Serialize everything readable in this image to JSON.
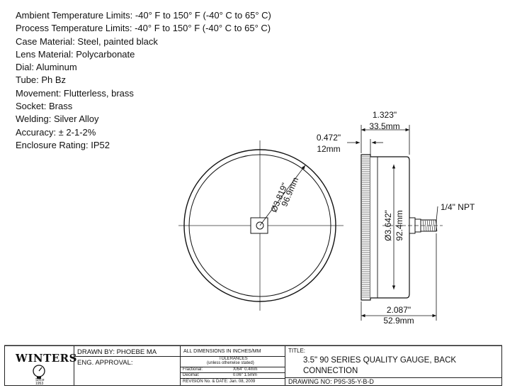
{
  "specs": [
    "Ambient Temperature Limits: -40° F to 150° F (-40° C to 65° C)",
    "Process Temperature Limits: -40° F to 150° F (-40° C to 65° C)",
    "Case Material: Steel, painted black",
    "Lens Material: Polycarbonate",
    "Dial: Aluminum",
    "Tube: Ph Bz",
    "Movement: Flutterless, brass",
    "Socket: Brass",
    "Welding: Silver Alloy",
    "Accuracy: ± 2-1-2%",
    "Enclosure Rating: IP52"
  ],
  "dimensions": {
    "front_diameter_in": "Ø3.819\"",
    "front_diameter_mm": "96.9mm",
    "side_diameter_in": "Ø3.642\"",
    "side_diameter_mm": "92.4mm",
    "top_depth_in": "1.323\"",
    "top_depth_mm": "33.5mm",
    "lens_offset_in": "0.472\"",
    "lens_offset_mm": "12mm",
    "bottom_depth_in": "2.087\"",
    "bottom_depth_mm": "52.9mm",
    "connection": "1/4\" NPT"
  },
  "title_block": {
    "logo": "WINTERS",
    "logo_since": "Since",
    "logo_year": "1953",
    "drawn_by": "DRAWN BY: PHOEBE MA",
    "eng_approval": "ENG. APPROVAL:",
    "units": "ALL DIMENSIONS IN INCHES/MM",
    "tolerances": "TOLERANCES",
    "tolerances_note": "(unless otherwise stated)",
    "fractional_label": "Fractional:",
    "fractional_value": "X/64\" 0.4mm",
    "decimal_label": "Decimal:",
    "decimal_value": "0.06\" 1.5mm",
    "revision": "REVISION No. & DATE: Jan. 08, 2009",
    "title_label": "TITLE:",
    "title_line1": "3.5\" 90 SERIES QUALITY GAUGE, BACK",
    "title_line2": "CONNECTION",
    "drawing_no": "DRAWING NO: P9S-35-Y-B-D"
  }
}
